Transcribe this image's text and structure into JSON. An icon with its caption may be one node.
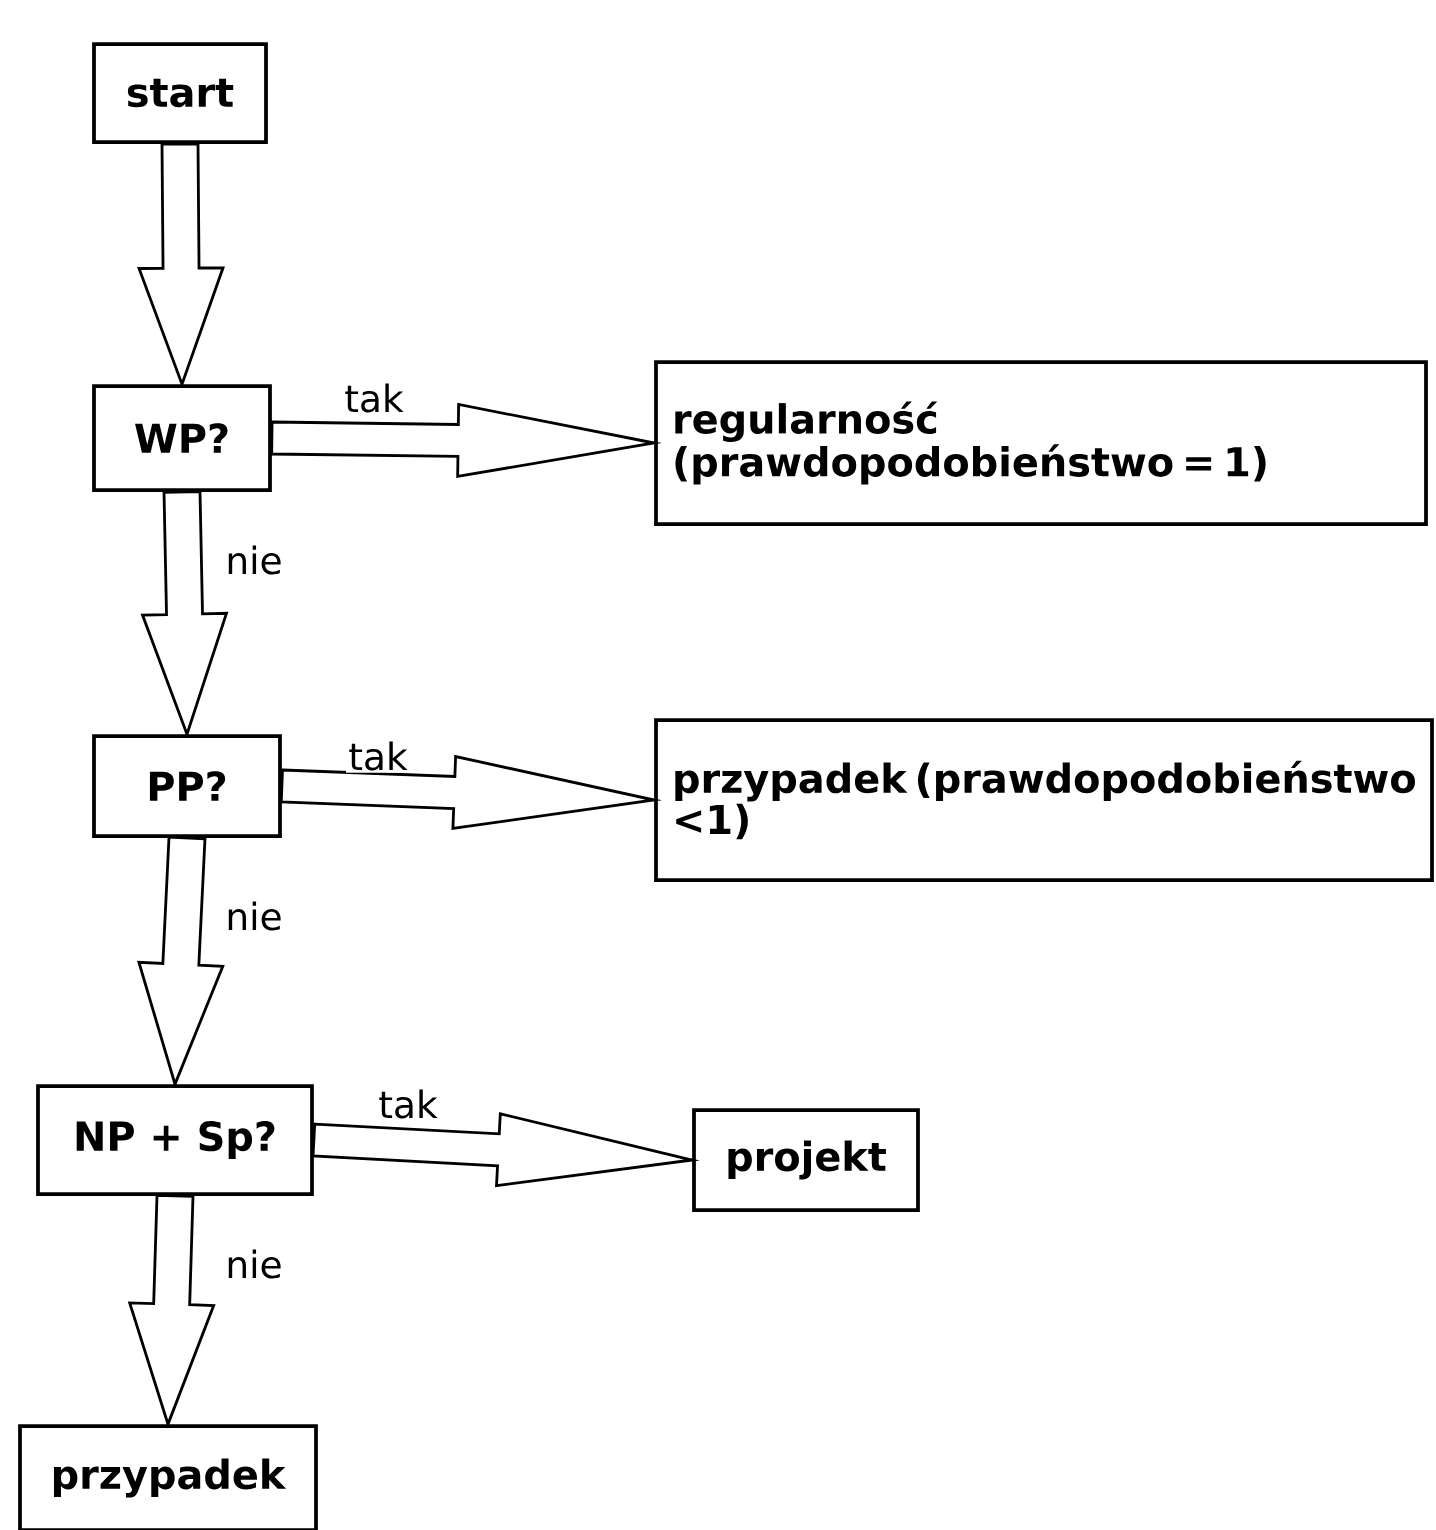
{
  "diagram": {
    "nodes": [
      {
        "text": [
          "start"
        ]
      },
      {
        "text": [
          "WP?"
        ]
      },
      {
        "text": [
          "regularność (prawdopodobieństwo = 1)"
        ]
      },
      {
        "text": [
          "PP?"
        ]
      },
      {
        "text": [
          "przypadek (prawdopodobieństwo <1)"
        ]
      },
      {
        "text": [
          "NP + Sp?"
        ]
      },
      {
        "text": [
          "projekt"
        ]
      },
      {
        "text": [
          "przypadek"
        ]
      }
    ],
    "edges": [
      {
        "from": 0,
        "to": 1,
        "arrow": "to"
      },
      {
        "from": 1,
        "to": 2,
        "arrow": "to",
        "label": "tak"
      },
      {
        "from": 1,
        "to": 3,
        "arrow": "to",
        "label": "nie"
      },
      {
        "from": 3,
        "to": 4,
        "arrow": "to",
        "label": "tak"
      },
      {
        "from": 3,
        "to": 5,
        "arrow": "to",
        "label": "nie"
      },
      {
        "from": 5,
        "to": 6,
        "arrow": "to",
        "label": "tak"
      },
      {
        "from": 5,
        "to": 7,
        "arrow": "to",
        "label": "nie"
      }
    ]
  }
}
